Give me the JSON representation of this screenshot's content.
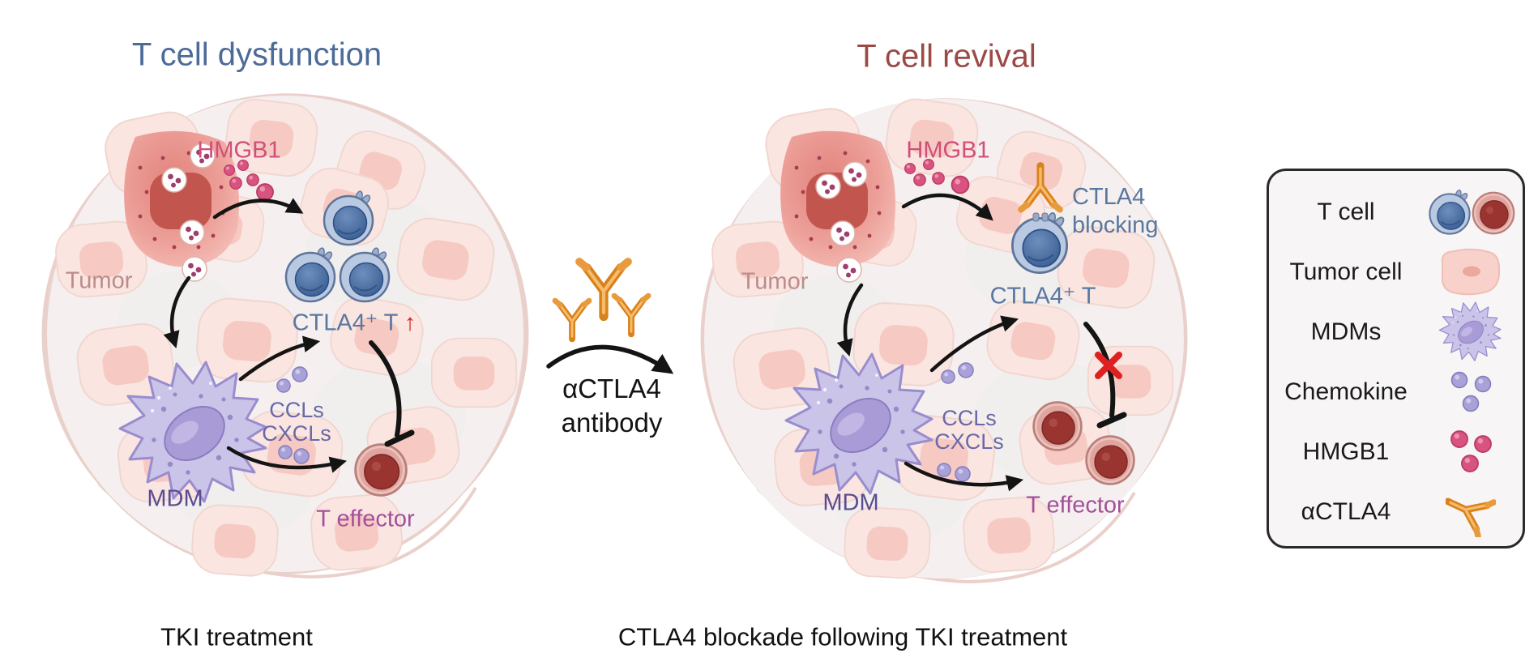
{
  "figure": {
    "left_panel": {
      "title": "T cell dysfunction",
      "caption": "TKI treatment",
      "labels": {
        "hmgb1": "HMGB1",
        "tumor": "Tumor",
        "ctla4_t": "CTLA4⁺ T",
        "up_arrow": "↑",
        "chemokines_line1": "CCLs",
        "chemokines_line2": "CXCLs",
        "mdm": "MDM",
        "t_effector": "T effector"
      }
    },
    "middle": {
      "label_line1": "αCTLA4",
      "label_line2": "antibody"
    },
    "right_panel": {
      "title": "T cell revival",
      "caption": "CTLA4 blockade following TKI treatment",
      "labels": {
        "hmgb1": "HMGB1",
        "tumor": "Tumor",
        "ctla4_blocking_line1": "CTLA4",
        "ctla4_blocking_line2": "blocking",
        "ctla4_t": "CTLA4⁺ T",
        "chemokines_line1": "CCLs",
        "chemokines_line2": "CXCLs",
        "mdm": "MDM",
        "t_effector": "T effector"
      }
    },
    "legend": {
      "items": [
        {
          "label": "T cell",
          "icon": "t-cell-icon"
        },
        {
          "label": "Tumor cell",
          "icon": "tumor-cell-icon"
        },
        {
          "label": "MDMs",
          "icon": "mdm-icon"
        },
        {
          "label": "Chemokine",
          "icon": "chemokine-icon"
        },
        {
          "label": "HMGB1",
          "icon": "hmgb1-icon"
        },
        {
          "label": "αCTLA4",
          "icon": "actla4-antibody-icon"
        }
      ]
    },
    "flows": [
      {
        "panel": "left",
        "from": "Tumor",
        "to": "CTLA4⁺ T",
        "via": "HMGB1",
        "type": "activation"
      },
      {
        "panel": "left",
        "from": "Tumor",
        "to": "MDM",
        "type": "activation"
      },
      {
        "panel": "left",
        "from": "MDM",
        "to": "CTLA4⁺ T",
        "via": "CCLs CXCLs",
        "type": "activation"
      },
      {
        "panel": "left",
        "from": "MDM",
        "to": "T effector",
        "via": "CCLs CXCLs",
        "type": "activation"
      },
      {
        "panel": "left",
        "from": "CTLA4⁺ T",
        "to": "T effector",
        "type": "inhibition"
      },
      {
        "panel": "middle",
        "from": "TKI treatment",
        "to": "CTLA4 blockade",
        "via": "αCTLA4 antibody",
        "type": "transition"
      },
      {
        "panel": "right",
        "from": "Tumor",
        "to": "CTLA4⁺ T",
        "via": "HMGB1",
        "type": "activation"
      },
      {
        "panel": "right",
        "from": "Tumor",
        "to": "MDM",
        "type": "activation"
      },
      {
        "panel": "right",
        "from": "MDM",
        "to": "CTLA4⁺ T",
        "via": "CCLs CXCLs",
        "type": "activation"
      },
      {
        "panel": "right",
        "from": "MDM",
        "to": "T effector",
        "via": "CCLs CXCLs",
        "type": "activation"
      },
      {
        "panel": "right",
        "from": "CTLA4⁺ T",
        "to": "T effector",
        "type": "inhibition-blocked"
      }
    ],
    "colors": {
      "title_left": "#4c6b99",
      "title_right": "#9c4946",
      "hmgb1_label": "#d14e78",
      "tumor_label": "#bb8c8a",
      "ctla4_label": "#5a779f",
      "chemokine_label": "#6a68a8",
      "mdm_label": "#5b4b90",
      "t_effector_label": "#a3509a",
      "caption": "#111111",
      "up_arrow_red": "#d71f1f",
      "blocked_x_red": "#e02020",
      "antibody_orange": "#d8821c"
    }
  }
}
